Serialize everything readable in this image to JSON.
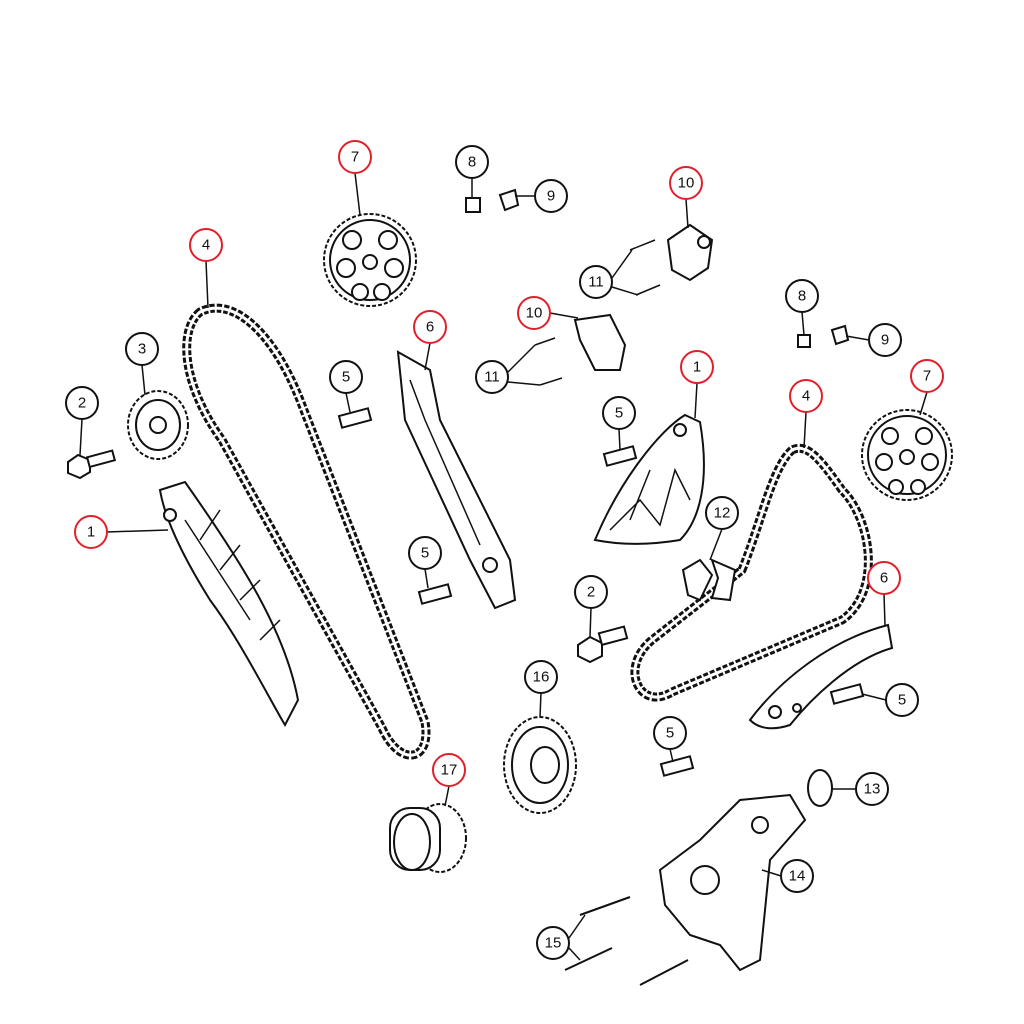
{
  "colors": {
    "highlight": "#e0202a",
    "normal": "#111111",
    "line": "#111111"
  },
  "callouts": [
    {
      "label": "7",
      "highlighted": true
    },
    {
      "label": "8",
      "highlighted": false
    },
    {
      "label": "9",
      "highlighted": false
    },
    {
      "label": "10",
      "highlighted": true
    },
    {
      "label": "4",
      "highlighted": true
    },
    {
      "label": "11",
      "highlighted": false
    },
    {
      "label": "8",
      "highlighted": false
    },
    {
      "label": "9",
      "highlighted": false
    },
    {
      "label": "6",
      "highlighted": true
    },
    {
      "label": "10",
      "highlighted": true
    },
    {
      "label": "3",
      "highlighted": false
    },
    {
      "label": "5",
      "highlighted": false
    },
    {
      "label": "11",
      "highlighted": false
    },
    {
      "label": "1",
      "highlighted": true
    },
    {
      "label": "7",
      "highlighted": true
    },
    {
      "label": "4",
      "highlighted": true
    },
    {
      "label": "2",
      "highlighted": false
    },
    {
      "label": "5",
      "highlighted": false
    },
    {
      "label": "12",
      "highlighted": false
    },
    {
      "label": "1",
      "highlighted": true
    },
    {
      "label": "5",
      "highlighted": false
    },
    {
      "label": "6",
      "highlighted": true
    },
    {
      "label": "2",
      "highlighted": false
    },
    {
      "label": "16",
      "highlighted": false
    },
    {
      "label": "5",
      "highlighted": false
    },
    {
      "label": "5",
      "highlighted": false
    },
    {
      "label": "17",
      "highlighted": true
    },
    {
      "label": "13",
      "highlighted": false
    },
    {
      "label": "14",
      "highlighted": false
    },
    {
      "label": "15",
      "highlighted": false
    }
  ]
}
